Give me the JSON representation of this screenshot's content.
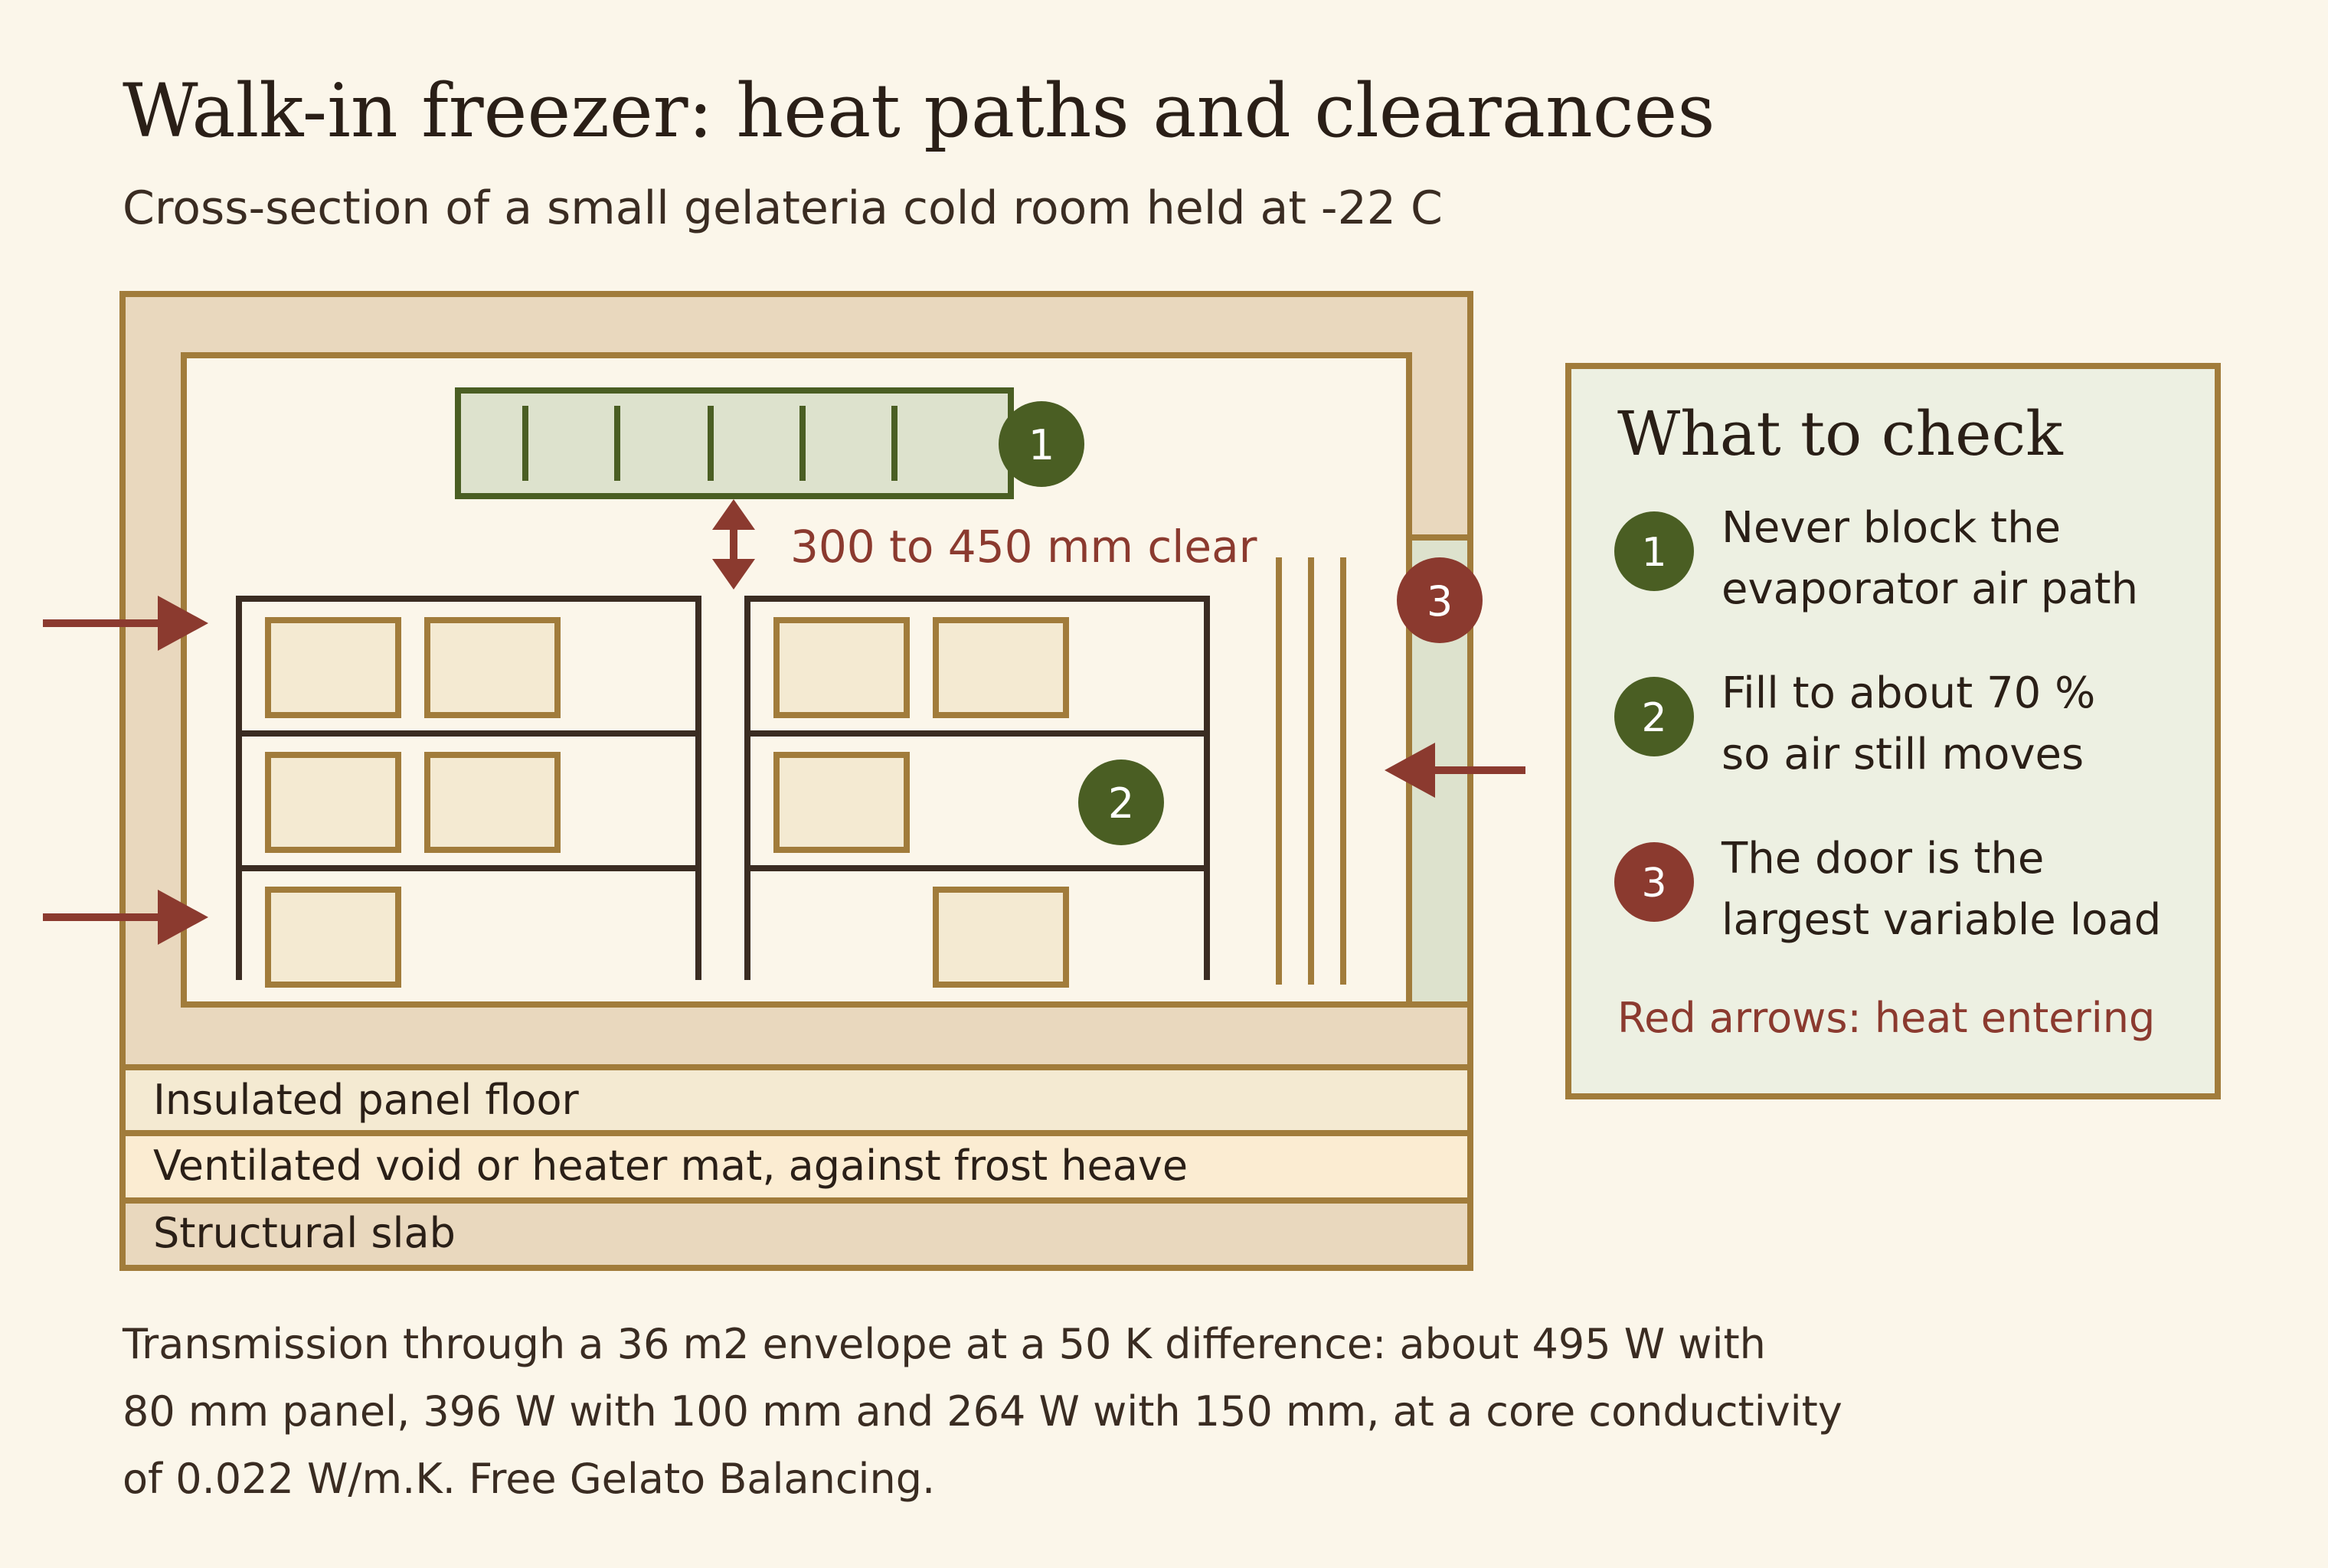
{
  "title": "Walk-in freezer: heat paths and clearances",
  "subtitle": "Cross-section of a small gelateria cold room held at -22 C",
  "clearance_label": "300 to 450 mm clear",
  "markers": {
    "evaporator": "1",
    "shelving": "2",
    "door": "3"
  },
  "floor_layers": [
    "Insulated panel floor",
    "Ventilated void or heater mat, against frost heave",
    "Structural slab"
  ],
  "legend": {
    "title": "What to check",
    "items": [
      {
        "number": "1",
        "line1": "Never block the",
        "line2": "evaporator air path"
      },
      {
        "number": "2",
        "line1": "Fill to about 70 %",
        "line2": "so air still moves"
      },
      {
        "number": "3",
        "line1": "The door is the",
        "line2": "largest variable load"
      }
    ],
    "arrow_note": "Red arrows: heat entering"
  },
  "note_lines": [
    "Transmission through a 36 m2 envelope at a 50 K difference: about 495 W with",
    "80 mm panel, 396 W with 100 mm and 264 W with 150 mm, at a core conductivity",
    "of 0.022 W/m.K. Free Gelato Balancing."
  ],
  "colors": {
    "background": "#fbf6ea",
    "wall": "#e9d8be",
    "outline": "#a17c3b",
    "green": "#4a5e23",
    "green_fill": "#dde2cd",
    "heat_red": "#8b3a2f",
    "shelf": "#3a2c22",
    "box_fill": "#f4ead2",
    "legend_fill": "#edf0e2"
  }
}
